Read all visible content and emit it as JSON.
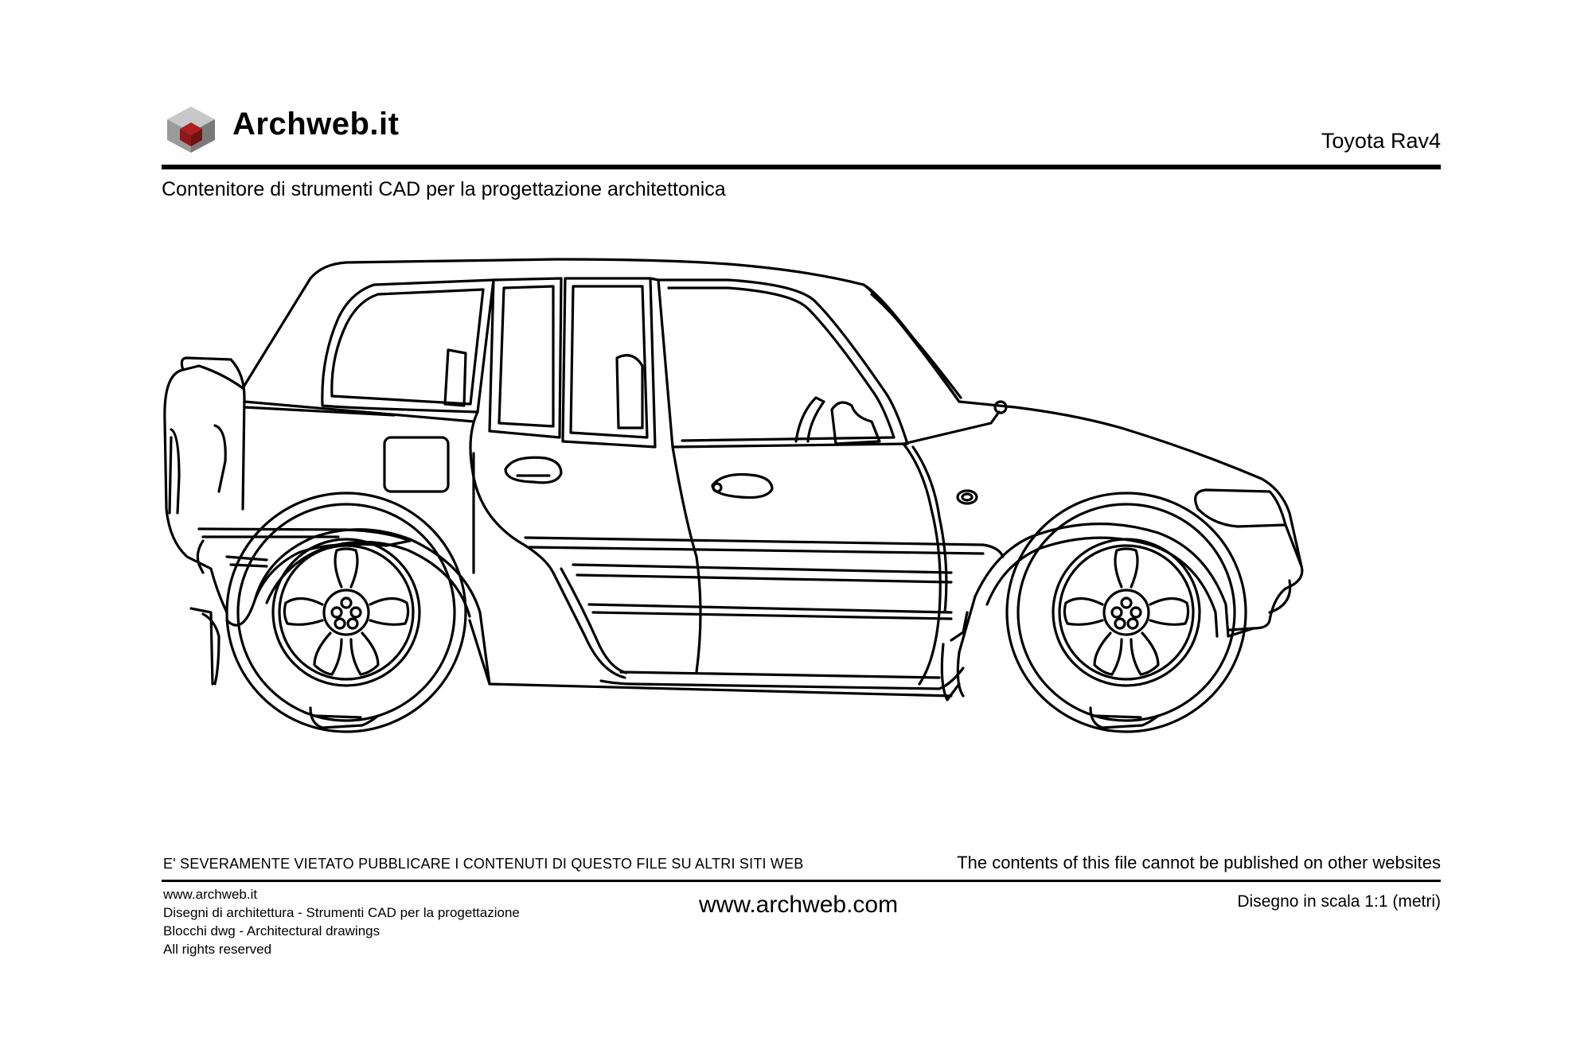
{
  "header": {
    "brand": "Archweb.it",
    "drawing_title": "Toyota Rav4",
    "subtitle": "Contenitore di strumenti CAD per la progettazione architettonica"
  },
  "drawing": {
    "subject": "car-side-elevation",
    "icon": "archweb-cube-logo"
  },
  "notices": {
    "italian": "E' SEVERAMENTE VIETATO PUBBLICARE I CONTENUTI DI QUESTO FILE SU ALTRI SITI WEB",
    "english": "The contents of this file cannot be published on other websites"
  },
  "footer": {
    "left_lines": [
      "www.archweb.it",
      "Disegni di architettura - Strumenti CAD  per la progettazione",
      "Blocchi dwg - Architectural drawings",
      "All rights reserved"
    ],
    "center_url": "www.archweb.com",
    "scale_note": "Disegno in scala 1:1 (metri)"
  },
  "colors": {
    "logo_red": "#8b1a1a",
    "logo_gray_light": "#b5b5b5",
    "logo_gray_dark": "#7a7a7a",
    "ink": "#000000"
  }
}
